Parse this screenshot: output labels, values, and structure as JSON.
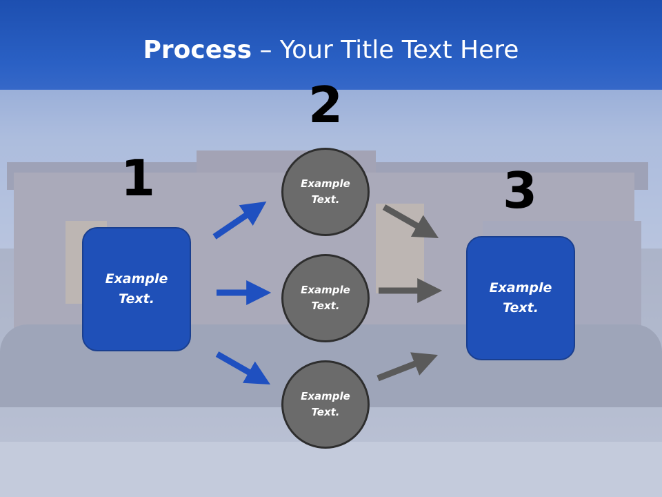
{
  "slide": {
    "title_bold": "Process",
    "title_rest": " – Your Title Text Here"
  },
  "steps": {
    "step1_number": "1",
    "step2_number": "2",
    "step3_number": "3"
  },
  "boxes": {
    "left_text": "Example Text.",
    "right_text": "Example Text."
  },
  "circles": [
    {
      "text": "Example Text."
    },
    {
      "text": "Example Text."
    },
    {
      "text": "Example Text."
    }
  ],
  "colors": {
    "box_blue": "#1f50b8",
    "arrow_blue": "#1f50c0",
    "circle_gray": "#6b6b6b",
    "arrow_gray": "#5a5a5a",
    "title_bar": "#2a60c4"
  }
}
